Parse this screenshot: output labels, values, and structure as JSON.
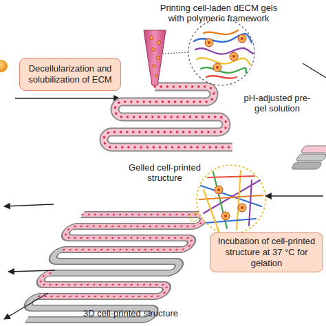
{
  "diagram": {
    "nodes": [
      {
        "text": [
          "Decellularization and solubilization of ECM"
        ]
      },
      {
        "text": [
          "Incubation of cell-printed structure at 37 °C for gelation"
        ]
      }
    ],
    "labels": [
      "Printing cell-laden dECM gels with polymeric framework",
      "pH-adjusted pre-gel solution",
      "Gelled cell-printed structure",
      "3D cell-printed structure"
    ]
  }
}
